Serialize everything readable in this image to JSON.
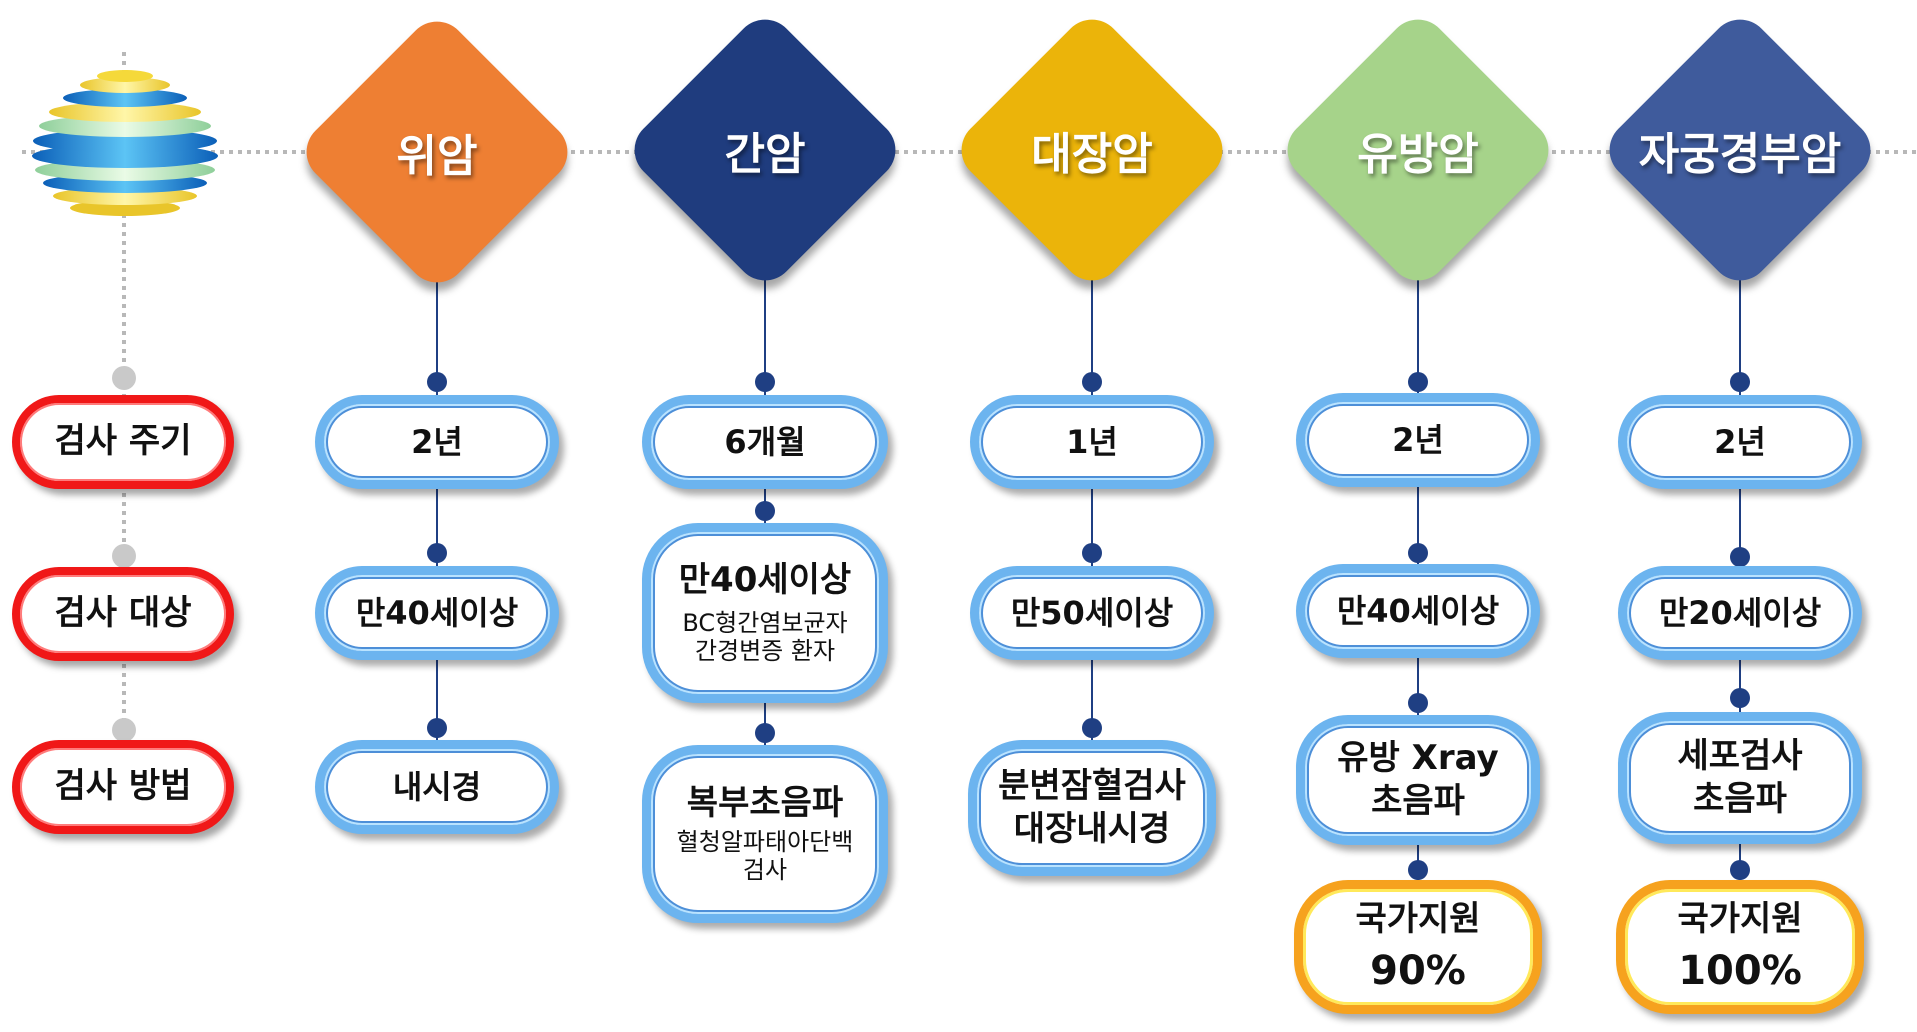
{
  "colors": {
    "stomach": "#ee7f33",
    "liver": "#1f3c7e",
    "colon": "#ebb40a",
    "breast": "#a6d38a",
    "cervical": "#3f5b9c",
    "connector": "#1f3f83",
    "row_label_border": "#f01818",
    "support_border": "#f6a21e"
  },
  "row_labels": [
    "검사 주기",
    "검사 대상",
    "검사 방법"
  ],
  "cancers": [
    {
      "name": "위암",
      "color": "#ee7f33",
      "cycle": "2년",
      "target": {
        "main": "만40세이상"
      },
      "method": {
        "main": "내시경"
      }
    },
    {
      "name": "간암",
      "color": "#1f3c7e",
      "cycle": "6개월",
      "target": {
        "main": "만40세이상",
        "sub": [
          "BC형간염보균자",
          "간경변증 환자"
        ]
      },
      "method": {
        "main": "복부초음파",
        "sub": [
          "혈청알파태아단백",
          "검사"
        ]
      }
    },
    {
      "name": "대장암",
      "color": "#ebb40a",
      "cycle": "1년",
      "target": {
        "main": "만50세이상"
      },
      "method": {
        "main": "분변잠혈검사",
        "main2": "대장내시경"
      }
    },
    {
      "name": "유방암",
      "color": "#a6d38a",
      "cycle": "2년",
      "target": {
        "main": "만40세이상"
      },
      "method": {
        "main": "유방 Xray",
        "main2": "초음파"
      },
      "support": {
        "line1": "국가지원",
        "line2": "90%"
      }
    },
    {
      "name": "자궁경부암",
      "color": "#3f5b9c",
      "cycle": "2년",
      "target": {
        "main": "만20세이상"
      },
      "method": {
        "main": "세포검사",
        "main2": "초음파"
      },
      "support": {
        "line1": "국가지원",
        "line2": "100%"
      }
    }
  ]
}
